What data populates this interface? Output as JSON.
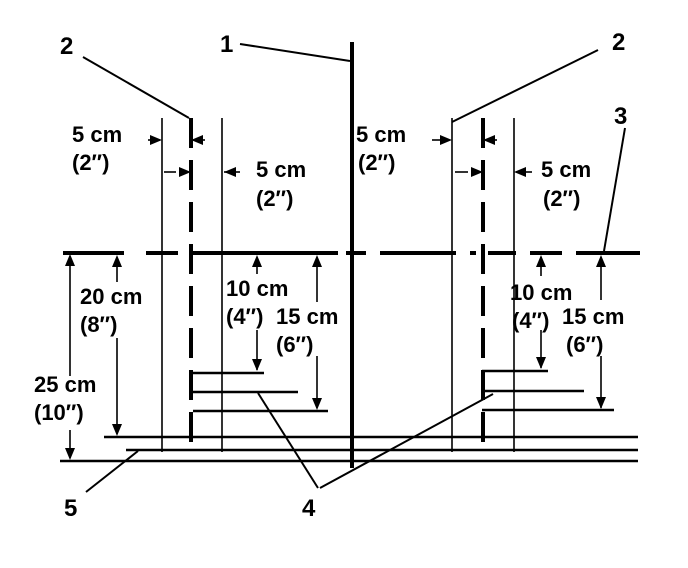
{
  "callouts": {
    "c1": "1",
    "c2_left": "2",
    "c2_right": "2",
    "c3": "3",
    "c4": "4",
    "c5": "5"
  },
  "measurements": {
    "l_5cm_a": "5 cm",
    "l_2in_a": "(2″)",
    "l_5cm_b": "5 cm",
    "l_2in_b": "(2″)",
    "c_5cm": "5 cm",
    "c_2in": "(2″)",
    "r_5cm": "5 cm",
    "r_2in": "(2″)",
    "l_20cm": "20 cm",
    "l_8in": "(8″)",
    "l_25cm": "25 cm",
    "l_10in": "(10″)",
    "l_10cm": "10 cm",
    "l_4in": "(4″)",
    "l_15cm": "15 cm",
    "l_6in": "(6″)",
    "r_10cm": "10 cm",
    "r_4in": "(4″)",
    "r_15cm": "15 cm",
    "r_6in": "(6″)"
  }
}
